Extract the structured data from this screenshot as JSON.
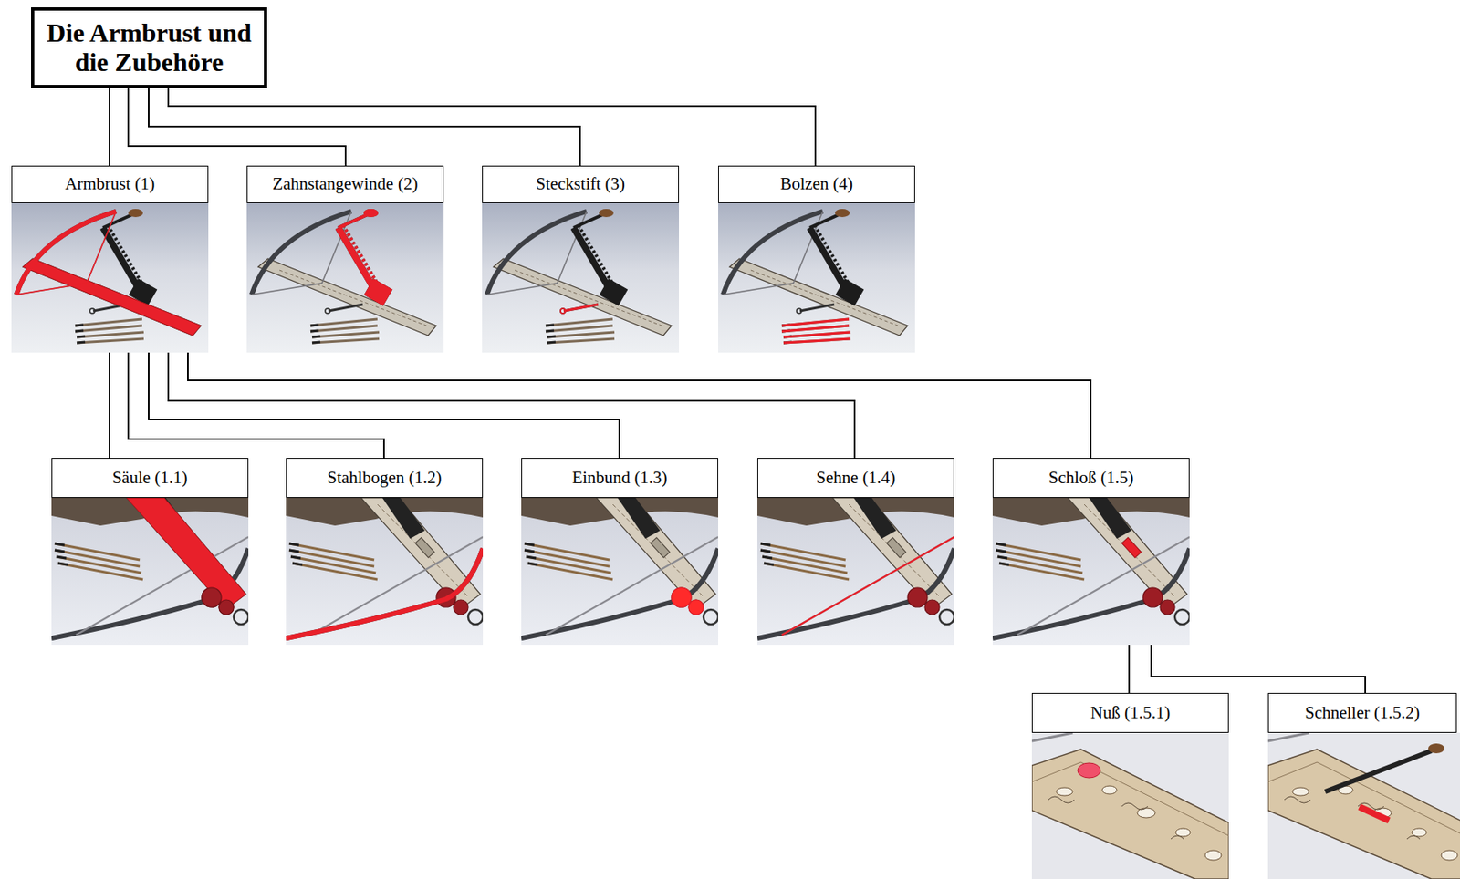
{
  "diagram": {
    "nodes": [
      {
        "text": [
          "Die Armbrust und die Zubehöre"
        ]
      },
      {
        "text": [
          "Armbrust (1)"
        ]
      },
      {
        "text": [
          "Zahnstangewinde (2)"
        ]
      },
      {
        "text": [
          "Steckstift (3)"
        ]
      },
      {
        "text": [
          "Bolzen (4)"
        ]
      },
      {
        "text": [
          "Säule (1.1)"
        ]
      },
      {
        "text": [
          "Stahlbogen (1.2)"
        ]
      },
      {
        "text": [
          "Einbund (1.3)"
        ]
      },
      {
        "text": [
          "Sehne (1.4)"
        ]
      },
      {
        "text": [
          "Schloß (1.5)"
        ]
      },
      {
        "text": [
          "Nuß (1.5.1)"
        ]
      },
      {
        "text": [
          "Schneller (1.5.2)"
        ]
      }
    ],
    "edges": [
      {
        "from": 0,
        "to": 1,
        "arrow": "none"
      },
      {
        "from": 0,
        "to": 2,
        "arrow": "none"
      },
      {
        "from": 0,
        "to": 3,
        "arrow": "none"
      },
      {
        "from": 0,
        "to": 4,
        "arrow": "none"
      },
      {
        "from": 1,
        "to": 5,
        "arrow": "none"
      },
      {
        "from": 1,
        "to": 6,
        "arrow": "none"
      },
      {
        "from": 1,
        "to": 7,
        "arrow": "none"
      },
      {
        "from": 1,
        "to": 8,
        "arrow": "none"
      },
      {
        "from": 1,
        "to": 9,
        "arrow": "none"
      },
      {
        "from": 9,
        "to": 10,
        "arrow": "none"
      },
      {
        "from": 9,
        "to": 11,
        "arrow": "none"
      }
    ]
  }
}
